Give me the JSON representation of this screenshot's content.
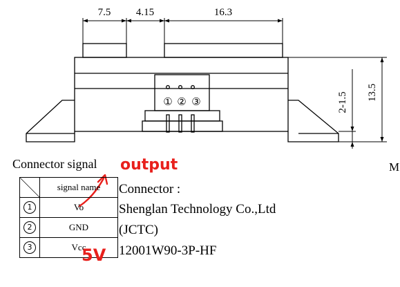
{
  "dimensions": {
    "d1": "7.5",
    "d2": "4.15",
    "d3": "16.3",
    "height": "13.5",
    "pin": "2-1.5"
  },
  "connector_pin_labels": [
    "①",
    "②",
    "③"
  ],
  "connector_signal": {
    "title": "Connector signal",
    "header": "signal name",
    "rows": [
      {
        "num": "1",
        "name": "Vo"
      },
      {
        "num": "2",
        "name": "GND"
      },
      {
        "num": "3",
        "name": "Vcc"
      }
    ]
  },
  "connector_info": {
    "label": "Connector :",
    "company": "Shenglan Technology Co.,Ltd",
    "abbr": "(JCTC)",
    "part": "12001W90-3P-HF"
  },
  "annotations": {
    "output": "output",
    "voltage": "5V",
    "color": "#e8201c"
  },
  "right_margin_text": "M"
}
